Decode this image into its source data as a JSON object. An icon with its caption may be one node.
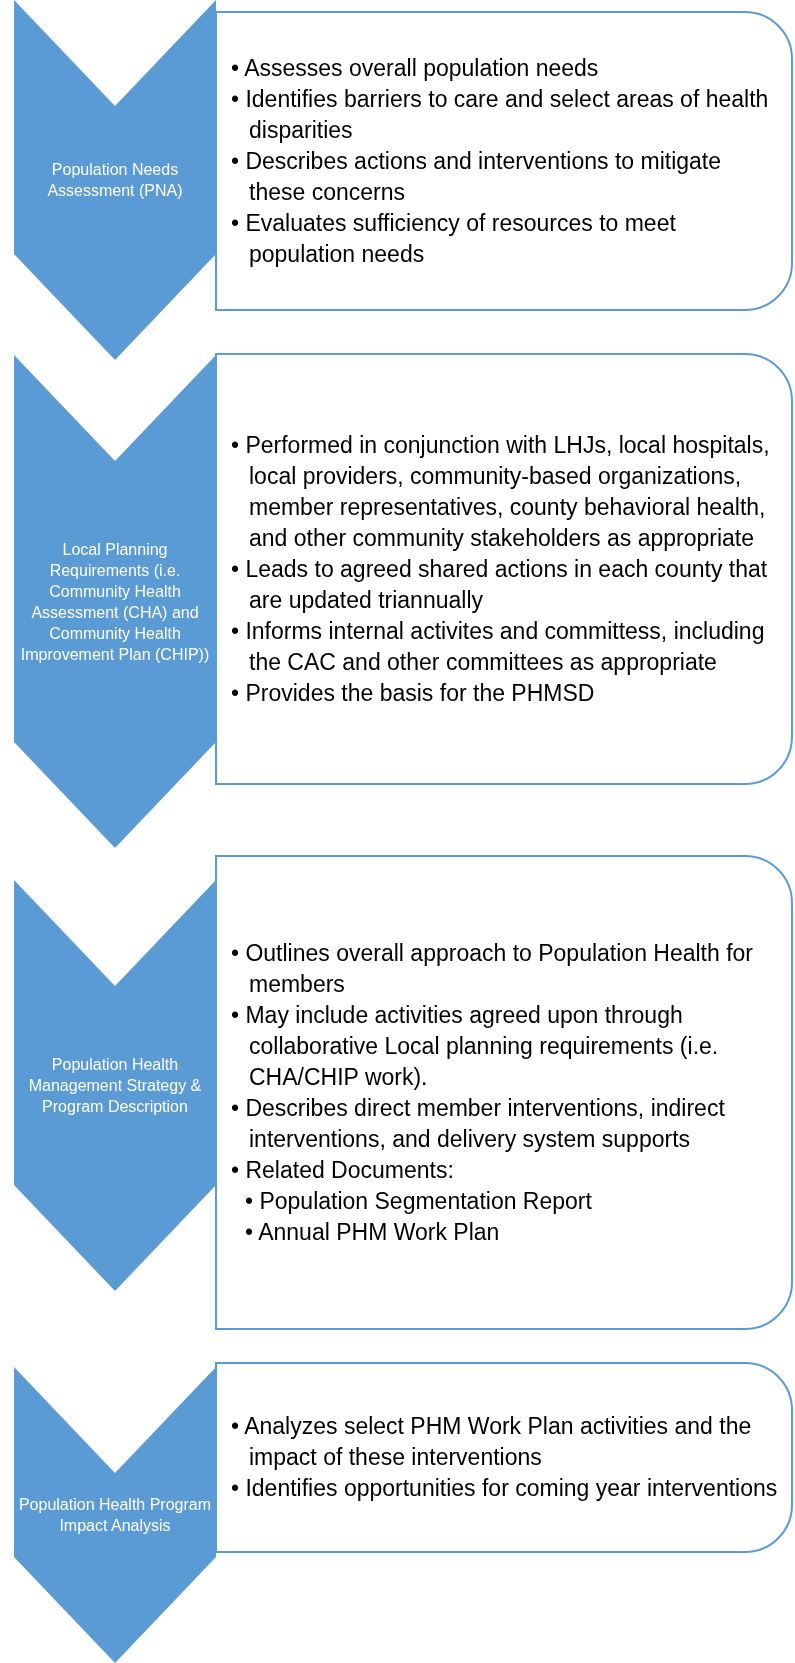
{
  "diagram": {
    "nodes": [
      {
        "text": [
          "Population Needs Assessment (PNA)"
        ]
      },
      {
        "text": [
          "• Assesses overall population needs",
          "• Identifies barriers to care and select areas of health disparities",
          "• Describes actions and interventions to mitigate these concerns",
          "• Evaluates sufficiency of resources to meet population needs"
        ]
      },
      {
        "text": [
          "Local Planning Requirements (i.e. Community Health Assessment (CHA) and Community Health Improvement Plan (CHIP))"
        ]
      },
      {
        "text": [
          "• Performed in conjunction with LHJs, local hospitals, local providers, community-based organizations, member representatives, county behavioral health, and other community stakeholders as appropriate",
          "• Leads to agreed shared actions in each county that are updated triannually",
          "• Informs internal activites and committess, including the CAC and other committees as appropriate",
          "• Provides the basis for the PHMSD"
        ]
      },
      {
        "text": [
          "Population Health Management Strategy & Program Description"
        ]
      },
      {
        "text": [
          "• Outlines overall approach to Population Health for members",
          "• May include activities agreed upon through collaborative Local planning requirements (i.e. CHA/CHIP work).",
          "• Describes direct member interventions, indirect interventions, and delivery system supports",
          "• Related Documents:",
          "• Population Segmentation Report",
          "• Annual PHM Work Plan"
        ]
      },
      {
        "text": [
          "Population Health Program Impact Analysis"
        ]
      },
      {
        "text": [
          "• Analyzes select PHM Work Plan activities and the impact of these interventions",
          "• Identifies opportunities for coming year interventions"
        ]
      }
    ]
  }
}
